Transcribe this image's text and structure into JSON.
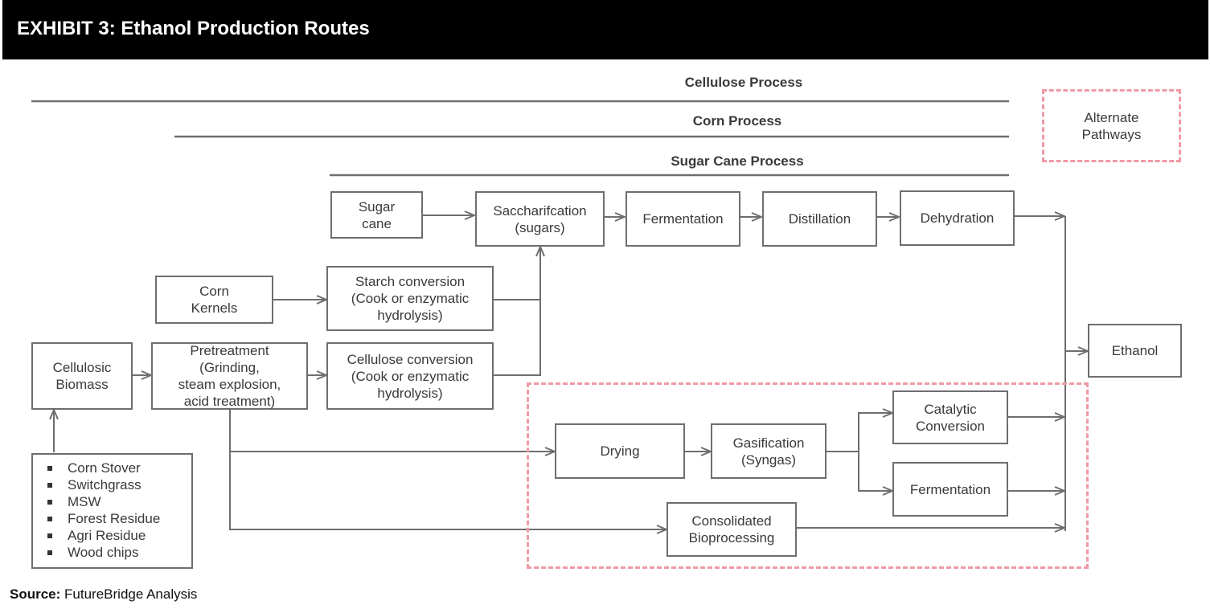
{
  "header": {
    "title": "EXHIBIT 3: Ethanol Production Routes"
  },
  "processes": {
    "cellulose": "Cellulose Process",
    "corn": "Corn Process",
    "sugar_cane": "Sugar Cane Process"
  },
  "alternate_pathways_label": "Alternate\nPathways",
  "nodes": {
    "sugar_cane": "Sugar\ncane",
    "saccharification": "Saccharifcation\n(sugars)",
    "fermentation_main": "Fermentation",
    "distillation": "Distillation",
    "dehydration": "Dehydration",
    "corn_kernels": "Corn\nKernels",
    "starch_conversion": "Starch conversion\n(Cook or enzymatic\nhydrolysis)",
    "cellulosic_biomass": "Cellulosic\nBiomass",
    "pretreatment": "Pretreatment\n(Grinding,\nsteam explosion,\nacid treatment)",
    "cellulose_conversion": "Cellulose conversion\n(Cook or enzymatic\nhydrolysis)",
    "ethanol": "Ethanol",
    "drying": "Drying",
    "gasification": "Gasification\n(Syngas)",
    "catalytic_conversion": "Catalytic\nConversion",
    "fermentation_alt": "Fermentation",
    "consolidated_bioprocessing": "Consolidated\nBioprocessing"
  },
  "feedstocks": [
    "Corn Stover",
    "Switchgrass",
    "MSW",
    "Forest Residue",
    "Agri Residue",
    "Wood chips"
  ],
  "source": {
    "label": "Source:",
    "text": "FutureBridge Analysis"
  },
  "colors": {
    "line": "#6e6e6e",
    "dashed": "#f09aa5",
    "header_bg": "#000000"
  }
}
